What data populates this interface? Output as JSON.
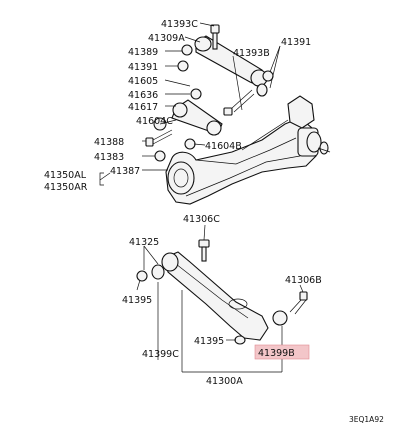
{
  "diagram": {
    "labels": {
      "l41393C": "41393C",
      "l41309A": "41309A",
      "l41389": "41389",
      "l41391a": "41391",
      "l41393B": "41393B",
      "l41391b": "41391",
      "l41605": "41605",
      "l41636": "41636",
      "l41617": "41617",
      "l41604C": "41604C",
      "l41388": "41388",
      "l41604B": "41604B",
      "l41383": "41383",
      "l41387": "41387",
      "l41350AL": "41350AL",
      "l41350AR": "41350AR",
      "l41306C": "41306C",
      "l41325": "41325",
      "l41395a": "41395",
      "l41306B": "41306B",
      "l41395b": "41395",
      "l41399C": "41399C",
      "l41399B": "41399B",
      "l41300A": "41300A"
    },
    "code": "3EQ1A92",
    "highlight_color": "#f3c6c9"
  }
}
